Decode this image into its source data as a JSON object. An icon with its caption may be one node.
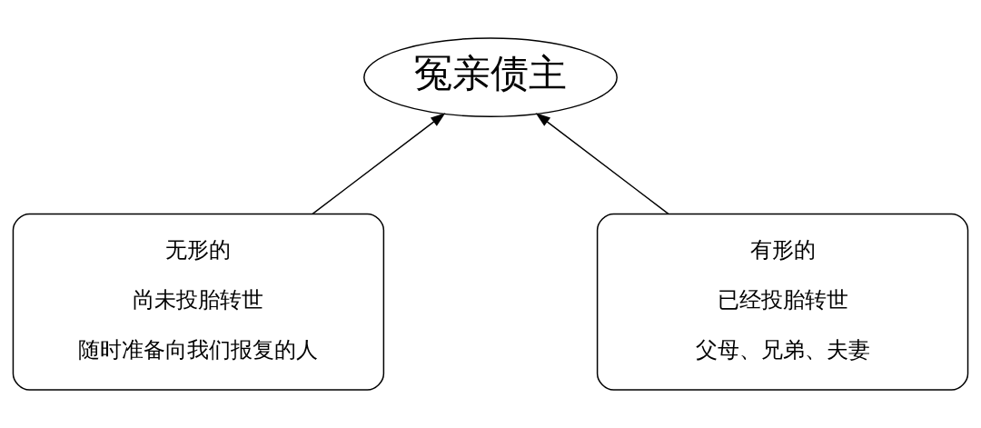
{
  "diagram": {
    "nodes": [
      {
        "text": [
          "冤亲债主"
        ]
      },
      {
        "text": [
          "无形的",
          "尚未投胎转世",
          "随时准备向我们报复的人"
        ]
      },
      {
        "text": [
          "有形的",
          "已经投胎转世",
          "父母、兄弟、夫妻"
        ]
      }
    ],
    "edges": [
      {
        "from": 1,
        "to": 0,
        "arrow": "to"
      },
      {
        "from": 2,
        "to": 0,
        "arrow": "to"
      }
    ]
  }
}
